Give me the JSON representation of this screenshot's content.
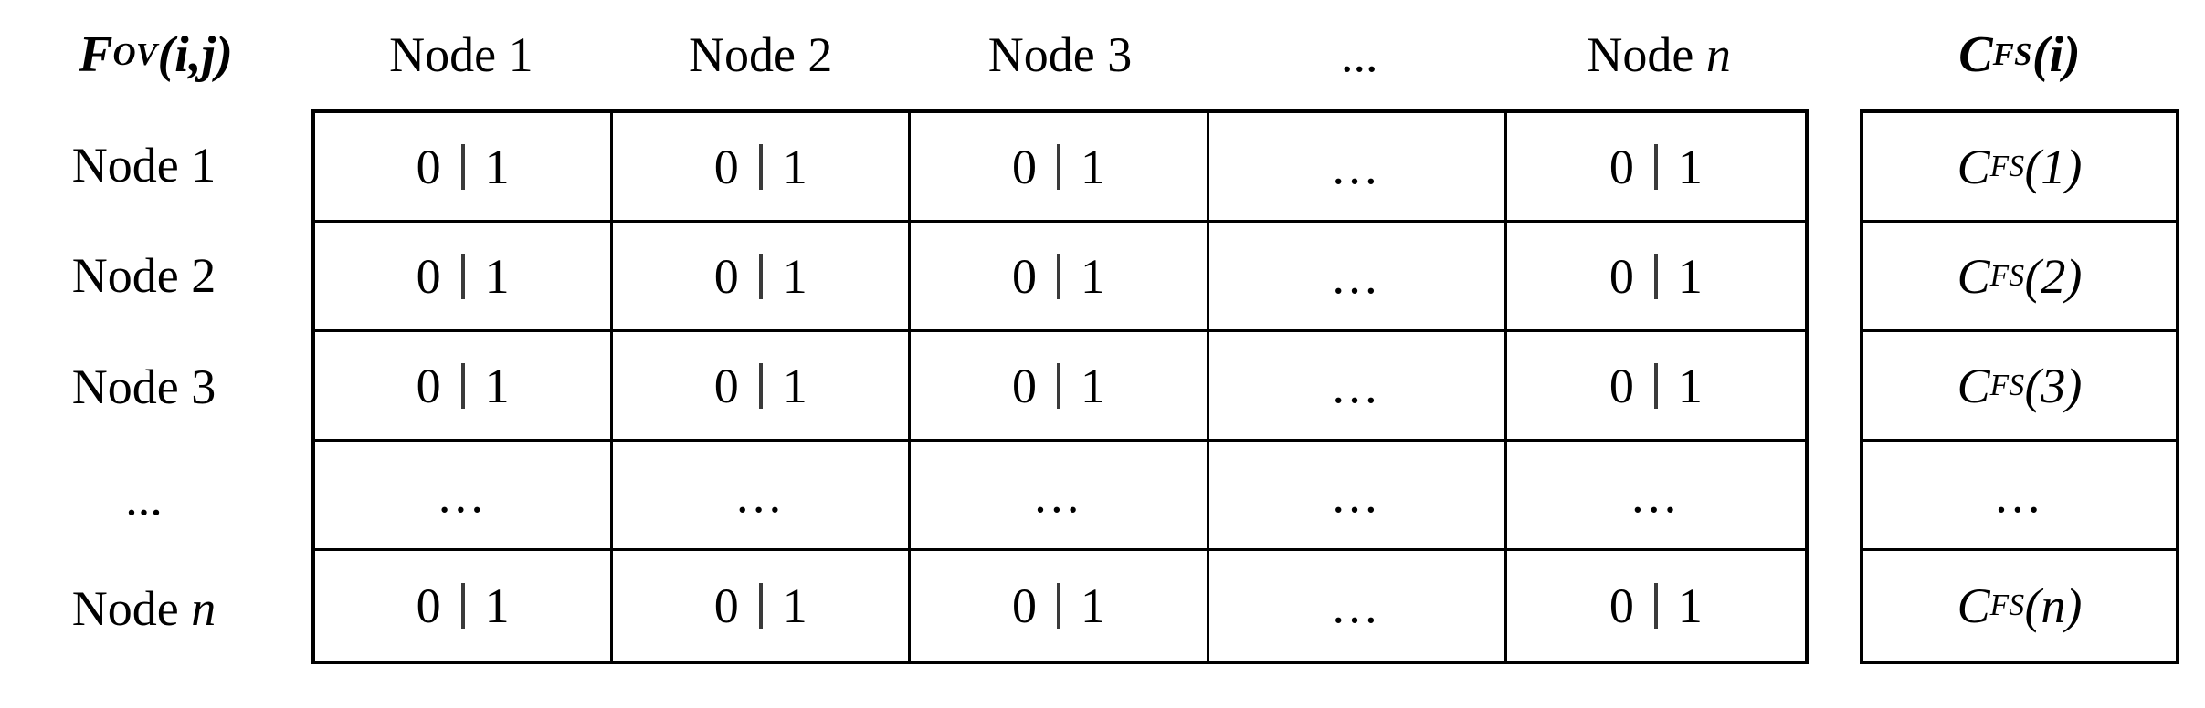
{
  "figure": {
    "type": "matrix-table-diagram",
    "corner_header": {
      "base": "F",
      "subscript": "OV",
      "args": "(i,j)"
    },
    "right_header": {
      "base": "C",
      "subscript": "FS",
      "args": "(i)"
    },
    "column_headers": [
      "Node 1",
      "Node 2",
      "Node 3",
      "...",
      "Node n"
    ],
    "column_header_italic_suffix": [
      "",
      "",
      "",
      "",
      "n"
    ],
    "row_labels": [
      "Node 1",
      "Node 2",
      "Node 3",
      "...",
      "Node n"
    ],
    "cell_value": {
      "zero": "0",
      "separator": "|",
      "one": "1"
    },
    "ellipsis": "...",
    "matrix": [
      [
        "0 | 1",
        "0 | 1",
        "0 | 1",
        "...",
        "0 | 1"
      ],
      [
        "0 | 1",
        "0 | 1",
        "0 | 1",
        "...",
        "0 | 1"
      ],
      [
        "0 | 1",
        "0 | 1",
        "0 | 1",
        "...",
        "0 | 1"
      ],
      [
        "...",
        "...",
        "...",
        "...",
        "..."
      ],
      [
        "0 | 1",
        "0 | 1",
        "0 | 1",
        "...",
        "0 | 1"
      ]
    ],
    "cfs_column": [
      {
        "base": "C",
        "subscript": "FS",
        "args": "(1)"
      },
      {
        "base": "C",
        "subscript": "FS",
        "args": "(2)"
      },
      {
        "base": "C",
        "subscript": "FS",
        "args": "(3)"
      },
      {
        "base": "",
        "subscript": "",
        "args": "..."
      },
      {
        "base": "C",
        "subscript": "FS",
        "args": "(n)"
      }
    ],
    "colors": {
      "border": "#000000",
      "text": "#000000",
      "background": "#ffffff",
      "bit_separator": "#3a3a3a"
    }
  }
}
